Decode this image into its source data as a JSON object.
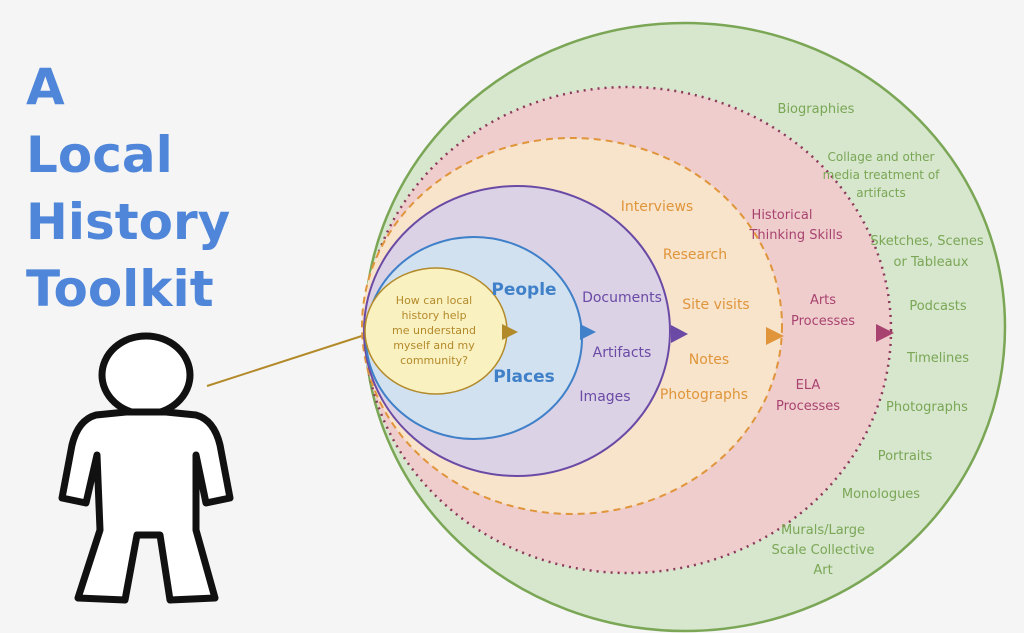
{
  "title_lines": [
    "A",
    "Local",
    "History",
    "Toolkit"
  ],
  "center_question": [
    "How can local",
    "history help",
    "me understand",
    "myself and my",
    "community?"
  ],
  "places_ring": {
    "people": "People",
    "places": "Places"
  },
  "sources_ring": {
    "documents": "Documents",
    "artifacts": "Artifacts",
    "images": "Images"
  },
  "methods_ring": {
    "interviews": "Interviews",
    "research": "Research",
    "site_visits": "Site visits",
    "notes": "Notes",
    "photographs": "Photographs"
  },
  "processes_ring": {
    "historical": [
      "Historical",
      "Thinking Skills"
    ],
    "arts": [
      "Arts",
      "Processes"
    ],
    "ela": [
      "ELA",
      "Processes"
    ]
  },
  "products_ring": {
    "biographies": "Biographies",
    "collage": [
      "Collage and other",
      "media treatment of",
      "artifacts"
    ],
    "sketches": [
      "Sketches, Scenes",
      "or Tableaux"
    ],
    "podcasts": "Podcasts",
    "timelines": "Timelines",
    "photographs": "Photographs",
    "portraits": "Portraits",
    "monologues": "Monologues",
    "murals": [
      "Murals/Large",
      "Scale Collective",
      "Art"
    ]
  },
  "colors": {
    "title": "#4f86d9",
    "green": "#7aa655",
    "pink": "#a8436f",
    "orange": "#e0953b",
    "purple": "#6a4aa5",
    "blue": "#3f80c8",
    "gold": "#b38a2a"
  }
}
